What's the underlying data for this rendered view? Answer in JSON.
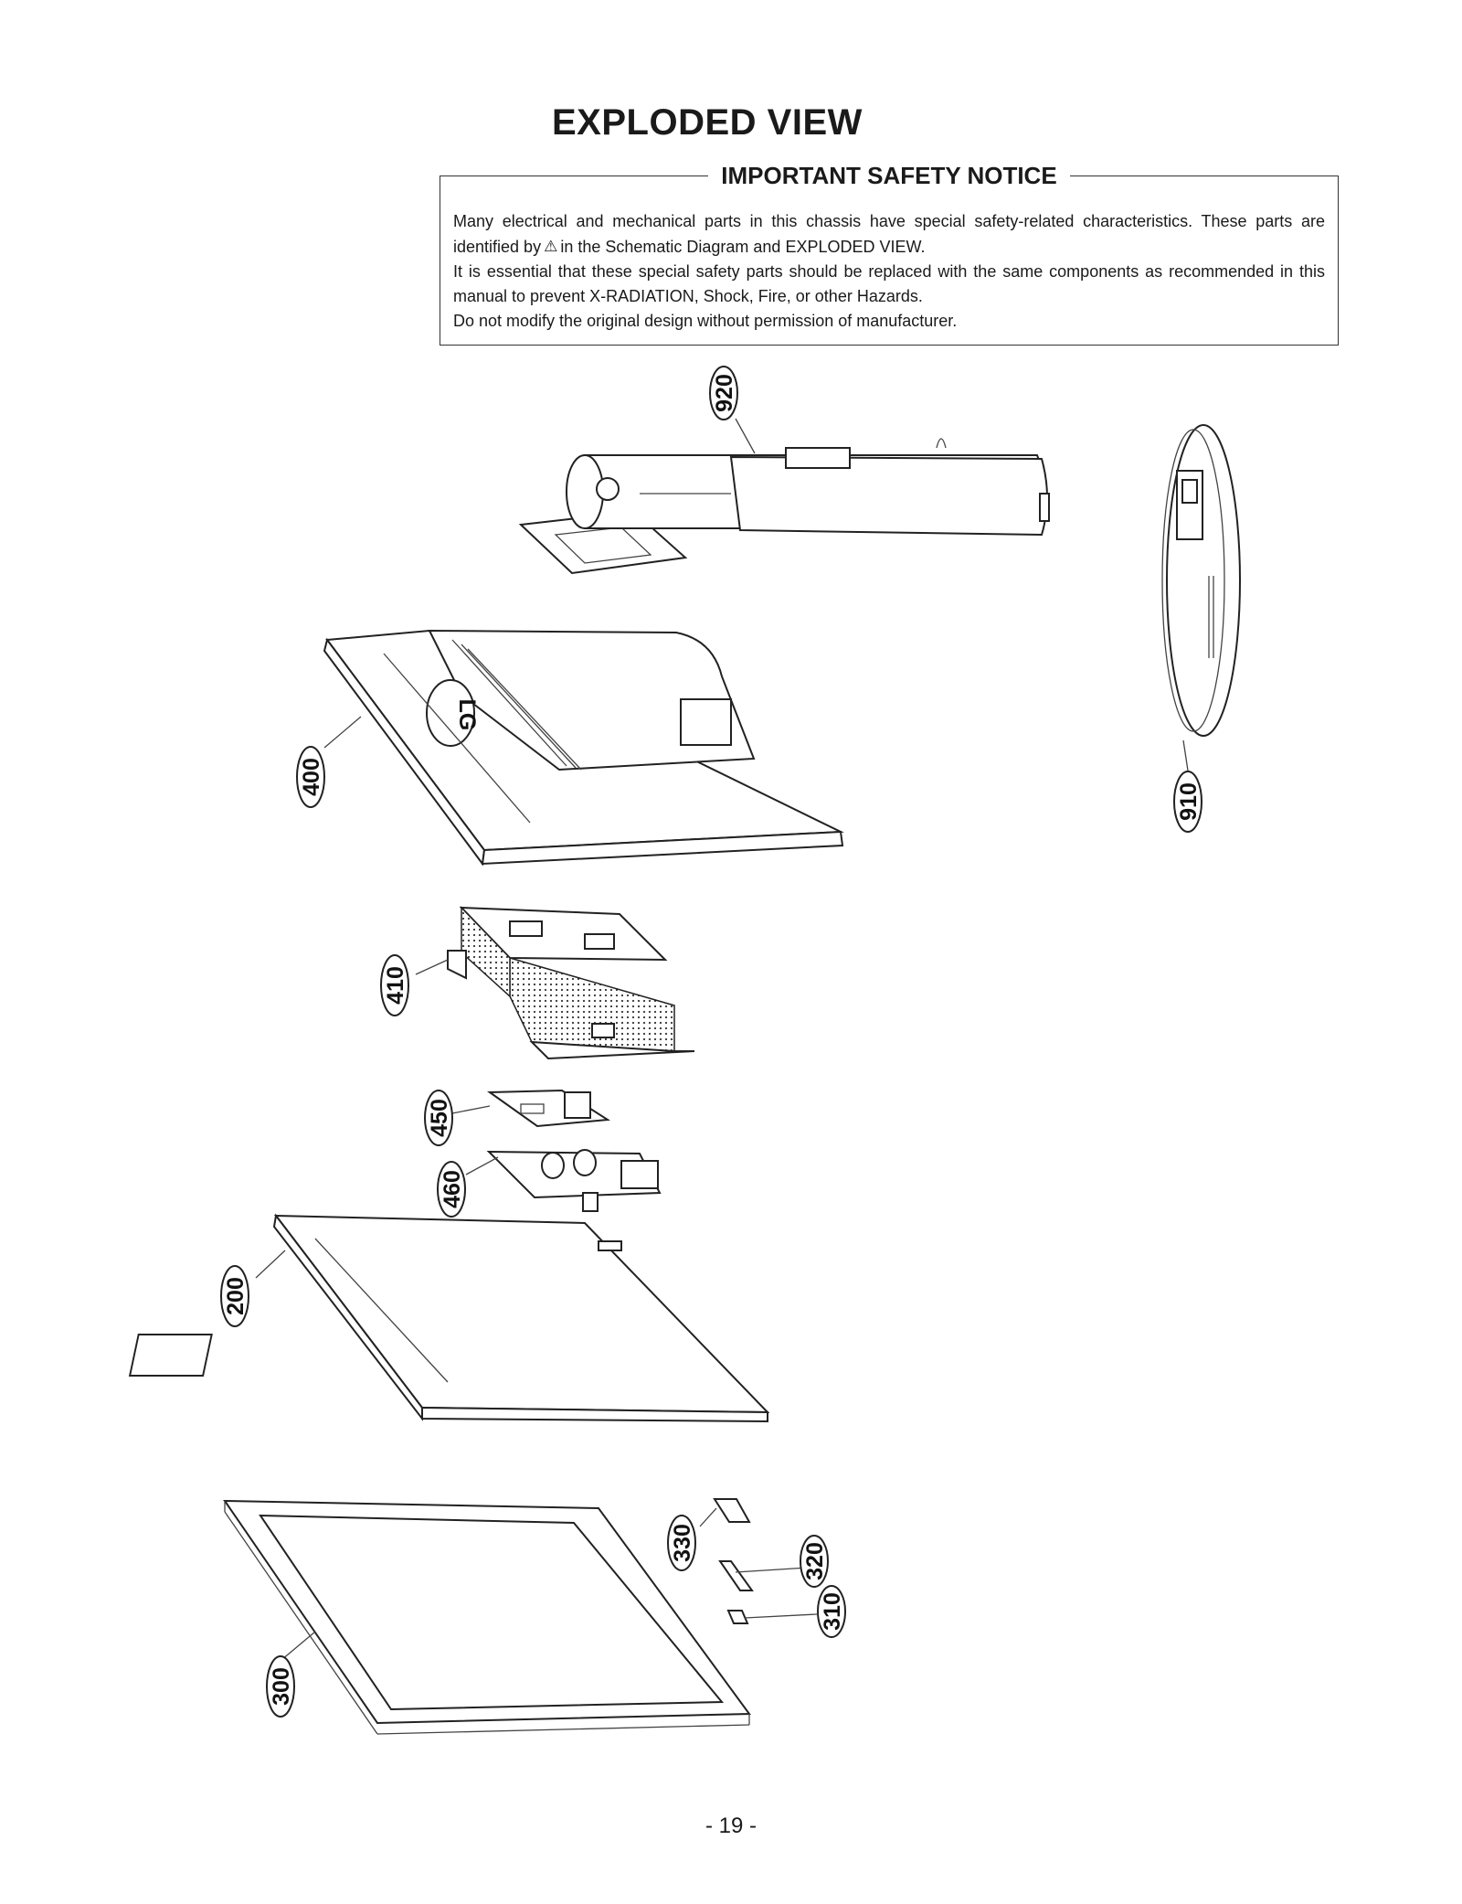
{
  "page": {
    "title": "EXPLODED VIEW",
    "page_number": "- 19 -"
  },
  "notice": {
    "heading": "IMPORTANT SAFETY NOTICE",
    "line1_before_icon": "Many electrical and mechanical parts in this chassis have special safety-related characteristics. These parts are identified by",
    "icon": "warning-triangle-icon",
    "line1_after_icon": "in the Schematic Diagram and EXPLODED VIEW.",
    "line2": "It is essential that these special safety parts should be replaced with the same components as recommended in this manual to prevent X-RADIATION, Shock, Fire, or other Hazards.",
    "line3": "Do not modify the original design without permission of manufacturer."
  },
  "parts": {
    "stand_neck": "920",
    "stand_base": "910",
    "back_cover": "400",
    "shield_case": "410",
    "board_a": "450",
    "board_b": "460",
    "lcd_module": "200",
    "front_cabinet": "300",
    "button_holder": "330",
    "control_button": "320",
    "power_button": "310"
  },
  "back_cover_logo": "LG"
}
